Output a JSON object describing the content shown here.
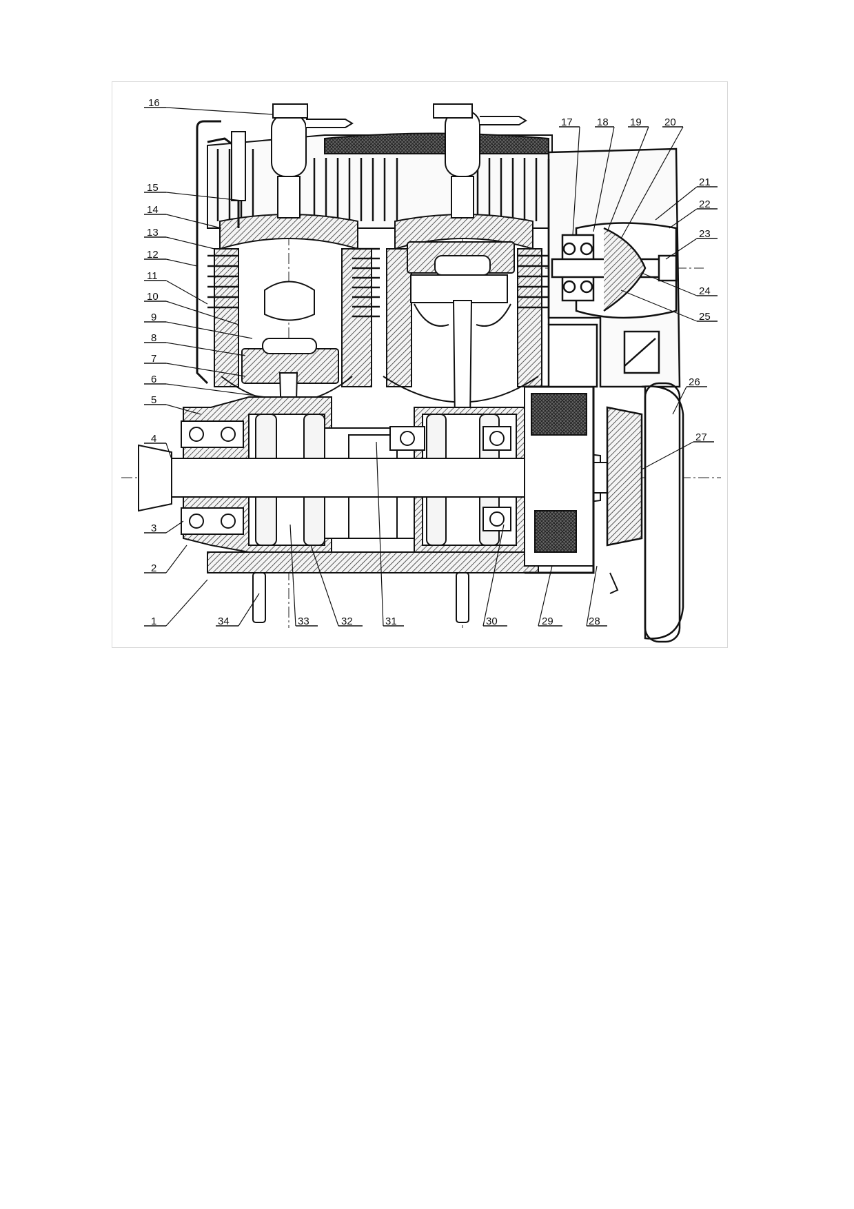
{
  "figure": {
    "callouts": [
      {
        "id": "1",
        "label": "1"
      },
      {
        "id": "2",
        "label": "2"
      },
      {
        "id": "3",
        "label": "3"
      },
      {
        "id": "4",
        "label": "4"
      },
      {
        "id": "5",
        "label": "5"
      },
      {
        "id": "6",
        "label": "6"
      },
      {
        "id": "7",
        "label": "7"
      },
      {
        "id": "8",
        "label": "8"
      },
      {
        "id": "9",
        "label": "9"
      },
      {
        "id": "10",
        "label": "10"
      },
      {
        "id": "11",
        "label": "11"
      },
      {
        "id": "12",
        "label": "12"
      },
      {
        "id": "13",
        "label": "13"
      },
      {
        "id": "14",
        "label": "14"
      },
      {
        "id": "15",
        "label": "15"
      },
      {
        "id": "16",
        "label": "16"
      },
      {
        "id": "17",
        "label": "17"
      },
      {
        "id": "18",
        "label": "18"
      },
      {
        "id": "19",
        "label": "19"
      },
      {
        "id": "20",
        "label": "20"
      },
      {
        "id": "21",
        "label": "21"
      },
      {
        "id": "22",
        "label": "22"
      },
      {
        "id": "23",
        "label": "23"
      },
      {
        "id": "24",
        "label": "24"
      },
      {
        "id": "25",
        "label": "25"
      },
      {
        "id": "26",
        "label": "26"
      },
      {
        "id": "27",
        "label": "27"
      },
      {
        "id": "28",
        "label": "28"
      },
      {
        "id": "29",
        "label": "29"
      },
      {
        "id": "30",
        "label": "30"
      },
      {
        "id": "31",
        "label": "31"
      },
      {
        "id": "32",
        "label": "32"
      },
      {
        "id": "33",
        "label": "33"
      },
      {
        "id": "34",
        "label": "34"
      }
    ]
  }
}
